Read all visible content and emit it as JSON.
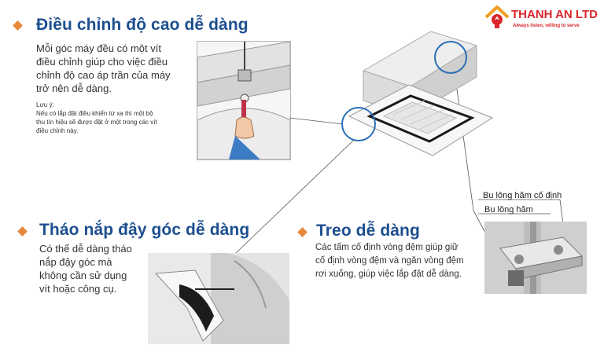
{
  "logo": {
    "name": "THANH AN LTD",
    "slogan": "Always listen, willing to serve",
    "accent_color": "#d9262b",
    "icon": "house-bulb-icon"
  },
  "sections": {
    "adjust": {
      "heading": "Điều chỉnh độ cao dễ dàng",
      "body": [
        "Mỗi góc máy đều có một vít",
        "điều chỉnh giúp cho việc điều",
        "chỉnh độ cao áp trần của máy",
        "trở nên dễ dàng."
      ],
      "note_title": "Lưu ý:",
      "note": [
        "Nếu có lắp đặt điều khiển từ xa thì một bộ",
        "thu tín hiệu sẽ được đặt ở một trong các vít",
        "điều chỉnh này."
      ]
    },
    "cover": {
      "heading": "Tháo nắp đậy góc dễ dàng",
      "body": [
        "Có thể dễ dàng tháo",
        "nắp đậy góc mà",
        "không cần sử dụng",
        "vít hoặc công cụ."
      ]
    },
    "hang": {
      "heading": "Treo dễ dàng",
      "body": [
        "Các tấm cố định vòng đệm giúp giữ",
        "cố định vòng đệm và ngăn vòng đệm",
        "rơi xuống, giúp việc lắp đặt dễ dàng."
      ]
    }
  },
  "labels": {
    "bolt_fixed": "Bu lông hãm cố định",
    "bolt": "Bu lông hãm"
  },
  "colors": {
    "heading": "#1d4f8f",
    "bullet": "#e8883a",
    "callout": "#2a6fb5"
  }
}
